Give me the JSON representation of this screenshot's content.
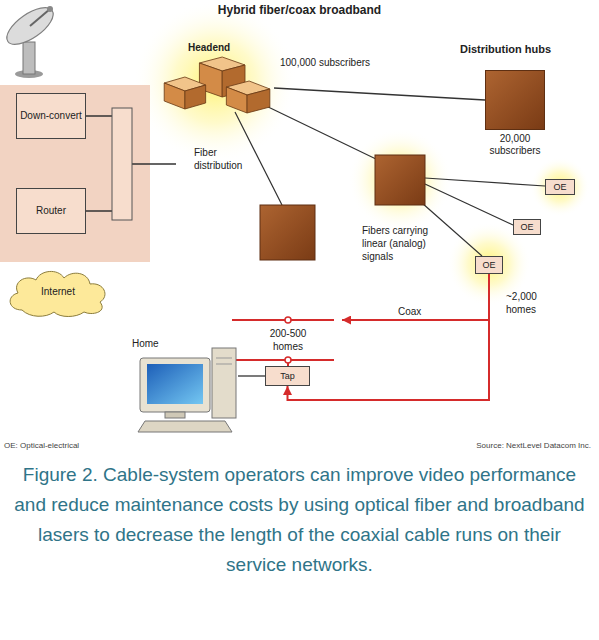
{
  "diagram": {
    "title": "Hybrid fiber/coax broadband",
    "caption": "Figure 2. Cable-system operators can improve video performance and reduce maintenance costs by using optical fiber and broadband lasers to decrease the length of the coaxial cable runs on their service networks.",
    "nodes": [
      {
        "text": [
          "Down-convert"
        ]
      },
      {
        "text": [
          "Router"
        ]
      },
      {
        "text": [
          "Internet"
        ]
      },
      {
        "text": [
          "Headend"
        ]
      },
      {
        "text": [
          "20,000 subscribers"
        ]
      },
      {
        "text": [
          "OE"
        ]
      },
      {
        "text": [
          "OE"
        ]
      },
      {
        "text": [
          "OE"
        ]
      },
      {
        "text": [
          "Tap"
        ]
      }
    ],
    "edges": [
      {
        "from": 3,
        "to": 4,
        "arrow": "none"
      },
      {
        "from": 7,
        "to": 8,
        "arrow": "to"
      }
    ],
    "labels": [
      "100,000 subscribers",
      "Distribution hubs",
      "Fiber distribution",
      "Fibers carrying linear (analog) signals",
      "~2,000 homes",
      "Coax",
      "200-500 homes",
      "Home",
      "OE: Optical-electrical",
      "Source: NextLevel Datacom Inc."
    ]
  }
}
